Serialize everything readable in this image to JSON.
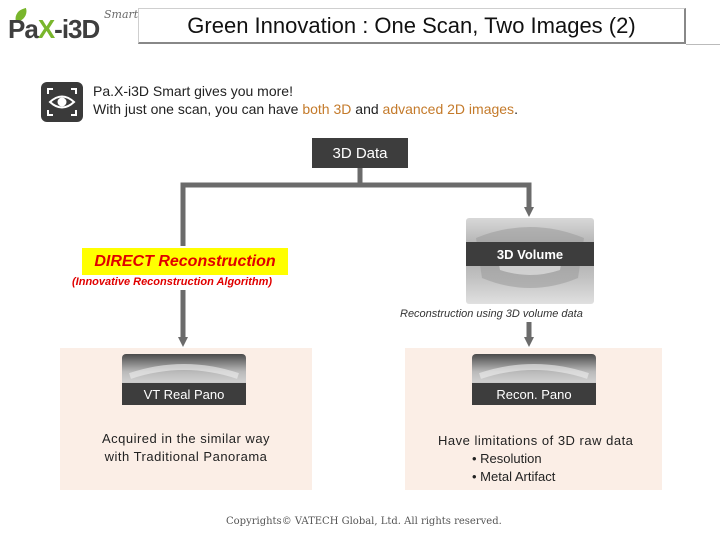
{
  "header": {
    "logo_text_1": "Pa",
    "logo_text_2": "X",
    "logo_text_3": "-i3D",
    "logo_sub": "Smart",
    "title": "Green Innovation : One Scan, Two Images (2)"
  },
  "intro": {
    "line1": "Pa.X-i3D Smart gives you more!",
    "line2_pre": "With just one scan, you can have ",
    "line2_hl1": "both 3D",
    "line2_mid": " and ",
    "line2_hl2": "advanced 2D images",
    "line2_post": "."
  },
  "flow": {
    "top_label": "3D Data",
    "direct_label": "DIRECT Reconstruction",
    "direct_sub": "(Innovative Reconstruction Algorithm)",
    "volume_label": "3D Volume",
    "recon_caption": "Reconstruction using 3D volume data"
  },
  "left_panel": {
    "label": "VT Real Pano",
    "desc_line1": "Acquired in the similar way",
    "desc_line2": "with Traditional Panorama"
  },
  "right_panel": {
    "label": "Recon. Pano",
    "head": "Have limitations of 3D raw data",
    "items": [
      "Resolution",
      "Metal Artifact"
    ]
  },
  "footer": {
    "copyright": "Copyrights© VATECH Global, Ltd. All rights reserved."
  },
  "colors": {
    "accent_green": "#79b62c",
    "highlight_orange": "#c47a2a",
    "dark_box": "#3d3d3d",
    "direct_yellow": "#ffff00",
    "direct_red": "#e00000",
    "panel_bg": "#fbeee6"
  }
}
